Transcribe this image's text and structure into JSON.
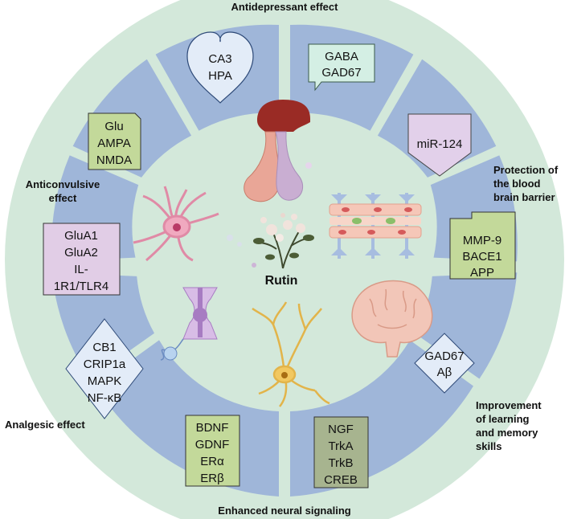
{
  "effects": {
    "antidepressant": "Antidepressant effect",
    "bbb": [
      "Protection of",
      "the blood",
      "brain barrier"
    ],
    "learning": [
      "Improvement",
      "of learning",
      "and memory",
      "skills"
    ],
    "neural": "Enhanced neural signaling",
    "analgesic": "Analgesic effect",
    "anticonvulsive": [
      "Anticonvulsive",
      "effect"
    ]
  },
  "center_label": "Rutin",
  "markers": {
    "heart": [
      "CA3",
      "HPA"
    ],
    "bubble": [
      "GABA",
      "GAD67"
    ],
    "pentagon": [
      "miR-124"
    ],
    "rect_bbb": [
      "MMP-9",
      "BACE1",
      "APP"
    ],
    "diamond_learning": [
      "GAD67",
      "Aβ"
    ],
    "rect_neural_right": [
      "NGF",
      "TrkA",
      "TrkB",
      "CREB"
    ],
    "rect_neural_left": [
      "BDNF",
      "GDNF",
      "ERα",
      "ERβ"
    ],
    "diamond_analgesic": [
      "CB1",
      "CRIP1a",
      "MAPK",
      "NF-κB"
    ],
    "rect_conv": [
      "GluA1",
      "GluA2",
      "IL-",
      "1R1/TLR4"
    ],
    "rect_glu": [
      "Glu",
      "AMPA",
      "NMDA"
    ]
  },
  "colors": {
    "background": "#d3e8da",
    "band": "#9fb6d9",
    "green_box": "#c3d99a",
    "dark_green_box": "#a7b48f",
    "pink_box": "#e1cde6",
    "lavender_box": "#e2d0ea",
    "blue_shape": "#e3ecf8",
    "mint_bubble": "#d4efe4"
  }
}
